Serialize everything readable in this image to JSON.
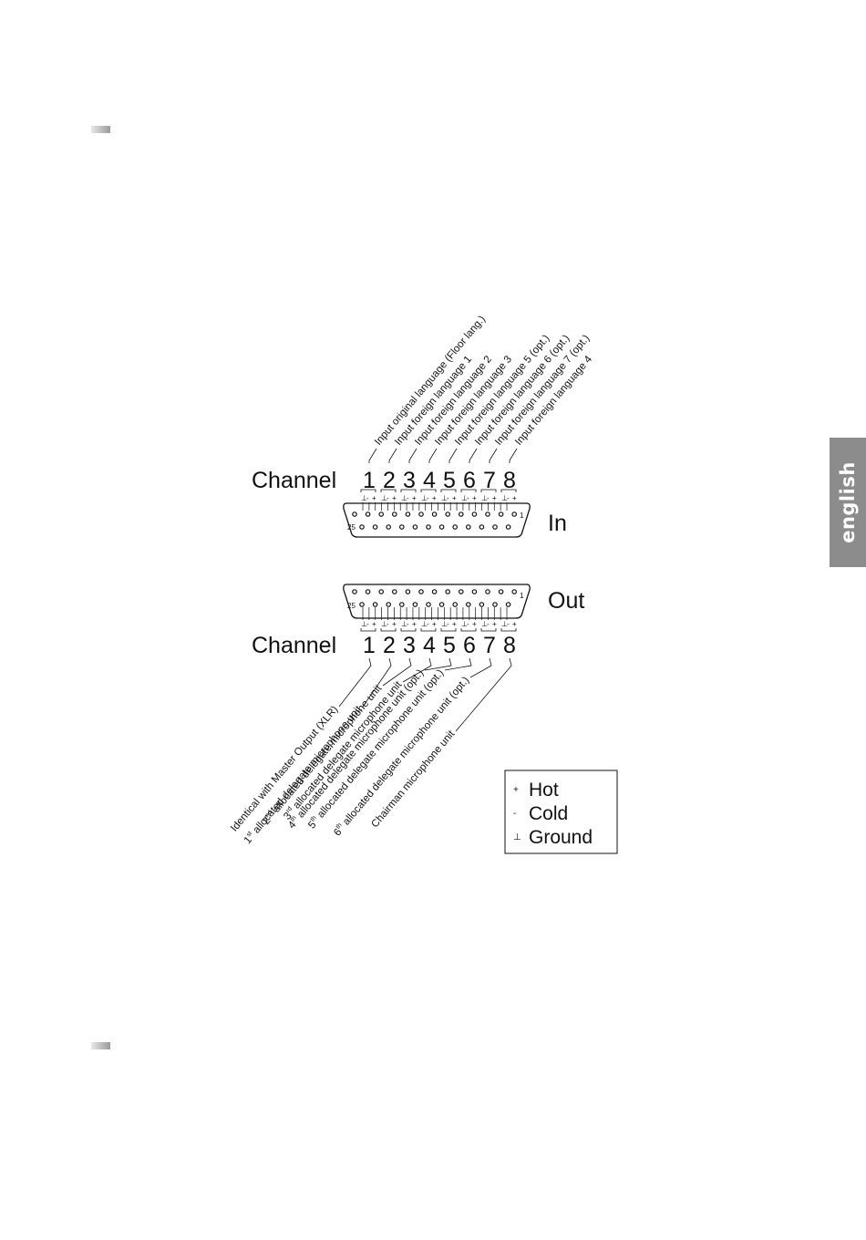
{
  "side_tab": "english",
  "in_section": {
    "channel_label": "Channel",
    "connector_label": "In",
    "pin_first": "1",
    "pin_last": "25",
    "channels": [
      "1",
      "2",
      "3",
      "4",
      "5",
      "6",
      "7",
      "8"
    ],
    "pin_polarity": [
      "⊥",
      "-",
      "+"
    ],
    "callouts": [
      "Input original language (Floor lang.)",
      "Input foreign language 1",
      "Input foreign language 2",
      "Input foreign language 3",
      "Input foreign language 5 (opt.)",
      "Input foreign language 6 (opt.)",
      "Input foreign language 7 (opt.)",
      "Input foreign language 4"
    ]
  },
  "out_section": {
    "channel_label": "Channel",
    "connector_label": "Out",
    "pin_first": "1",
    "pin_last": "25",
    "channels": [
      "1",
      "2",
      "3",
      "4",
      "5",
      "6",
      "7",
      "8"
    ],
    "pin_polarity": [
      "⊥",
      "-",
      "+"
    ],
    "callouts": [
      {
        "ord": "",
        "sup": "",
        "text": "Identical with Master Output (XLR)"
      },
      {
        "ord": "1",
        "sup": "st",
        "text": " allocated delegate microphone unit"
      },
      {
        "ord": "2",
        "sup": "nd",
        "text": " allocated delegate microphone unit"
      },
      {
        "ord": "3",
        "sup": "rd",
        "text": " allocated delegate microphone unit"
      },
      {
        "ord": "4",
        "sup": "th",
        "text": " allocated delegate microphone unit (opt.)"
      },
      {
        "ord": "5",
        "sup": "th",
        "text": " allocated delegate microphone unit (opt.)"
      },
      {
        "ord": "6",
        "sup": "th",
        "text": " allocated delegate microphone unit (opt.)"
      },
      {
        "ord": "",
        "sup": "",
        "text": "Chairman microphone unit"
      }
    ]
  },
  "legend": [
    {
      "symbol": "+",
      "label": "Hot"
    },
    {
      "symbol": "-",
      "label": "Cold"
    },
    {
      "symbol": "⊥",
      "label": "Ground"
    }
  ]
}
